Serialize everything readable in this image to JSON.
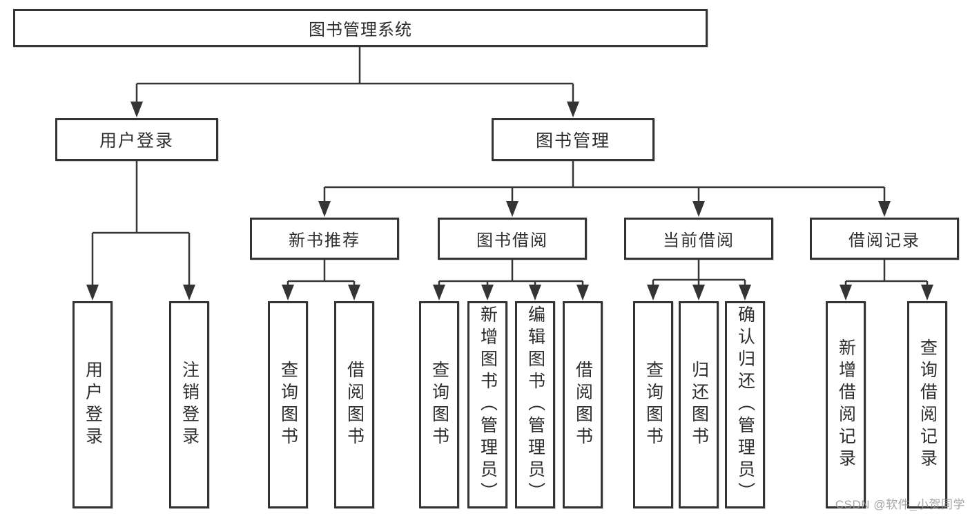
{
  "diagram": {
    "root": "图书管理系统",
    "children": [
      {
        "label": "用户登录",
        "children": [
          "用户登录",
          "注销登录"
        ]
      },
      {
        "label": "图书管理",
        "children": [
          {
            "label": "新书推荐",
            "children": [
              "查询图书",
              "借阅图书"
            ]
          },
          {
            "label": "图书借阅",
            "children": [
              "查询图书",
              "新增图书（管理员）",
              "编辑图书（管理员）",
              "借阅图书"
            ]
          },
          {
            "label": "当前借阅",
            "children": [
              "查询图书",
              "归还图书",
              "确认归还（管理员）"
            ]
          },
          {
            "label": "借阅记录",
            "children": [
              "新增借阅记录",
              "查询借阅记录"
            ]
          }
        ]
      }
    ],
    "colors": {
      "line": "#363636",
      "border": "#343434",
      "text": "#2d2d2d",
      "background": "#ffffff",
      "watermark": "#969696"
    }
  },
  "watermark": "CSDN @软件_小贺同学"
}
